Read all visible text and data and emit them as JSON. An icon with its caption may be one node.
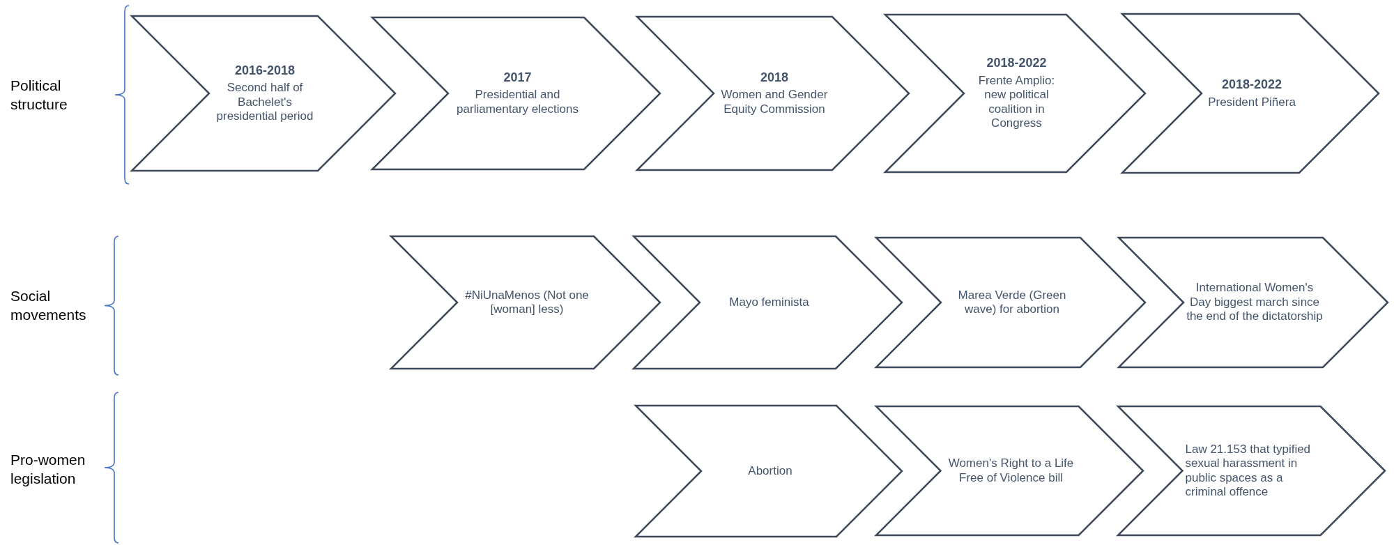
{
  "diagram": {
    "nodes": [
      {
        "text": [
          "2016-2018",
          "Second half of Bachelet's presidential period"
        ]
      },
      {
        "text": [
          "2017",
          "Presidential and parliamentary elections"
        ]
      },
      {
        "text": [
          "2018",
          "Women and Gender Equity Commission"
        ]
      },
      {
        "text": [
          "2018-2022",
          "Frente Amplio: new political coalition in Congress"
        ]
      },
      {
        "text": [
          "2018-2022",
          "President Piñera"
        ]
      },
      {
        "text": [
          "#NiUnaMenos (Not one [woman] less)"
        ]
      },
      {
        "text": [
          "Mayo feminista"
        ]
      },
      {
        "text": [
          "Marea Verde (Green wave) for abortion"
        ]
      },
      {
        "text": [
          "International Women's Day biggest march since the end of the dictatorship"
        ]
      },
      {
        "text": [
          "Abortion"
        ]
      },
      {
        "text": [
          "Women's Right to a Life Free of Violence bill"
        ]
      },
      {
        "text": [
          "Law 21.153 that typified sexual harassment in public spaces as a criminal offence"
        ]
      }
    ],
    "labels": [
      "Political structure",
      "Social movements",
      "Pro-women legislation"
    ]
  }
}
